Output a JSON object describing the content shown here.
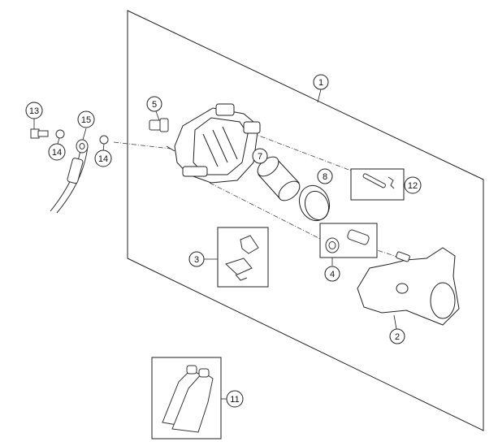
{
  "callouts": [
    {
      "id": "c1",
      "label": "1"
    },
    {
      "id": "c2",
      "label": "2"
    },
    {
      "id": "c3",
      "label": "3"
    },
    {
      "id": "c4",
      "label": "4"
    },
    {
      "id": "c5",
      "label": "5"
    },
    {
      "id": "c7",
      "label": "7"
    },
    {
      "id": "c8",
      "label": "8"
    },
    {
      "id": "c11",
      "label": "11"
    },
    {
      "id": "c12",
      "label": "12"
    },
    {
      "id": "c13",
      "label": "13"
    },
    {
      "id": "c14a",
      "label": "14"
    },
    {
      "id": "c14b",
      "label": "14"
    },
    {
      "id": "c15",
      "label": "15"
    }
  ]
}
